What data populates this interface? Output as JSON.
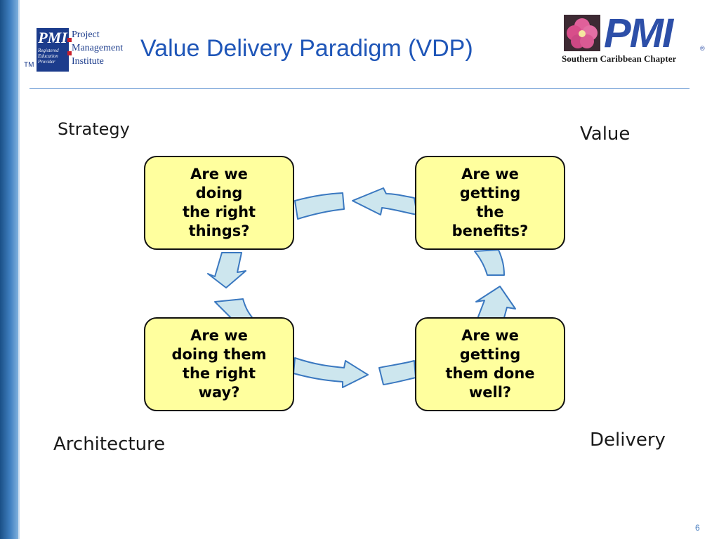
{
  "header": {
    "title": "Value Delivery Paradigm (VDP)",
    "left_logo": {
      "mark": "PMI",
      "line1": "Project",
      "line2": "Management",
      "line3": "Institute",
      "small_text": "Registered Education Provider",
      "tm": "TM"
    },
    "right_logo": {
      "mark": "PMI",
      "registered": "®",
      "chapter": "Southern Caribbean Chapter"
    }
  },
  "diagram": {
    "labels": {
      "strategy": "Strategy",
      "value": "Value",
      "architecture": "Architecture",
      "delivery": "Delivery"
    },
    "boxes": {
      "top_left": [
        "Are we",
        "doing",
        "the right",
        "things?"
      ],
      "top_right": [
        "Are we",
        "getting",
        "the",
        "benefits?"
      ],
      "bottom_left": [
        "Are we",
        "doing them",
        "the right",
        "way?"
      ],
      "bottom_right": [
        "Are we",
        "getting",
        "them done",
        "well?"
      ]
    },
    "colors": {
      "box_fill": "#ffff9e",
      "arrow_fill": "#cde6ee",
      "arrow_stroke": "#3a78c0"
    }
  },
  "footer": {
    "page_number": "6"
  }
}
